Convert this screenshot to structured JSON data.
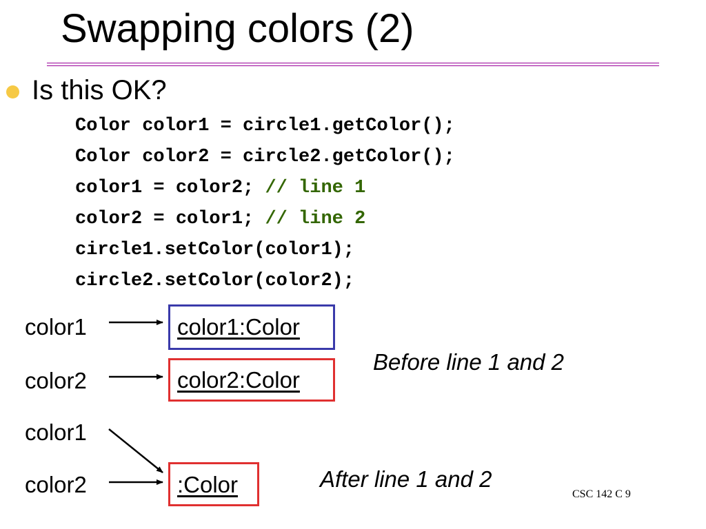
{
  "slide": {
    "title": "Swapping colors (2)",
    "bullet": "Is this OK?",
    "code_lines": [
      {
        "code": "Color color1 = circle1.getColor();",
        "comment": ""
      },
      {
        "code": "Color color2 = circle2.getColor();",
        "comment": ""
      },
      {
        "code": "color1 = color2; ",
        "comment": "// line 1"
      },
      {
        "code": "color2 = color1; ",
        "comment": "// line 2"
      },
      {
        "code": "circle1.setColor(color1);",
        "comment": ""
      },
      {
        "code": "circle2.setColor(color2);",
        "comment": ""
      }
    ],
    "comment_color": "#336600",
    "before": {
      "var1": "color1",
      "var2": "color2",
      "obj1": "color1:Color",
      "obj2": "color2:Color",
      "obj1_border": "#3a3aaa",
      "obj2_border": "#e03030",
      "note": "Before line 1 and 2"
    },
    "after": {
      "var1": "color1",
      "var2": "color2",
      "obj": ":Color",
      "obj_border": "#e03030",
      "note": "After line 1 and 2"
    },
    "footer": "CSC 142 C 9",
    "bullet_color": "#f6c945",
    "rule_color": "#990099"
  }
}
